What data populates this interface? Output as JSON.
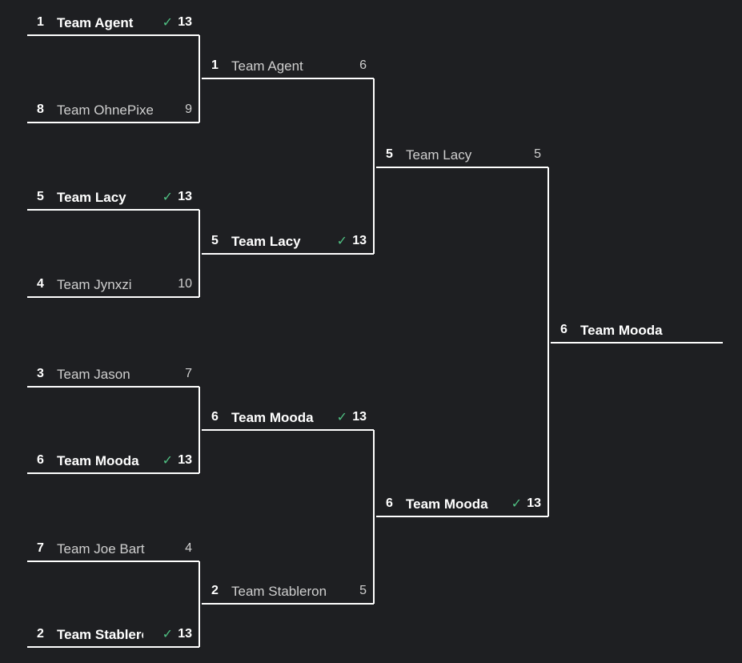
{
  "colors": {
    "background": "#1e1f22",
    "line": "#ffffff",
    "check": "#4fbf82",
    "text": "#cfcfcf"
  },
  "icons": {
    "win": "check-icon"
  },
  "check_glyph": "✓",
  "rounds": [
    {
      "name": "round-1",
      "matches": [
        {
          "top": {
            "seed": "1",
            "team": "Team Agent",
            "score": "13",
            "winner": true
          },
          "bottom": {
            "seed": "8",
            "team": "Team OhnePixel",
            "score": "9",
            "winner": false
          }
        },
        {
          "top": {
            "seed": "5",
            "team": "Team Lacy",
            "score": "13",
            "winner": true
          },
          "bottom": {
            "seed": "4",
            "team": "Team Jynxzi",
            "score": "10",
            "winner": false
          }
        },
        {
          "top": {
            "seed": "3",
            "team": "Team Jason",
            "score": "7",
            "winner": false
          },
          "bottom": {
            "seed": "6",
            "team": "Team Mooda",
            "score": "13",
            "winner": true
          }
        },
        {
          "top": {
            "seed": "7",
            "team": "Team Joe Bart",
            "score": "4",
            "winner": false
          },
          "bottom": {
            "seed": "2",
            "team": "Team Stableronaldo",
            "score": "13",
            "winner": true
          }
        }
      ]
    },
    {
      "name": "round-2",
      "matches": [
        {
          "top": {
            "seed": "1",
            "team": "Team Agent",
            "score": "6",
            "winner": false
          },
          "bottom": {
            "seed": "5",
            "team": "Team Lacy",
            "score": "13",
            "winner": true
          }
        },
        {
          "top": {
            "seed": "6",
            "team": "Team Mooda",
            "score": "13",
            "winner": true
          },
          "bottom": {
            "seed": "2",
            "team": "Team Stableronaldo",
            "score": "5",
            "winner": false
          }
        }
      ]
    },
    {
      "name": "round-3",
      "matches": [
        {
          "top": {
            "seed": "5",
            "team": "Team Lacy",
            "score": "5",
            "winner": false
          },
          "bottom": {
            "seed": "6",
            "team": "Team Mooda",
            "score": "13",
            "winner": true
          }
        }
      ]
    }
  ],
  "champion": {
    "seed": "6",
    "team": "Team Mooda"
  }
}
